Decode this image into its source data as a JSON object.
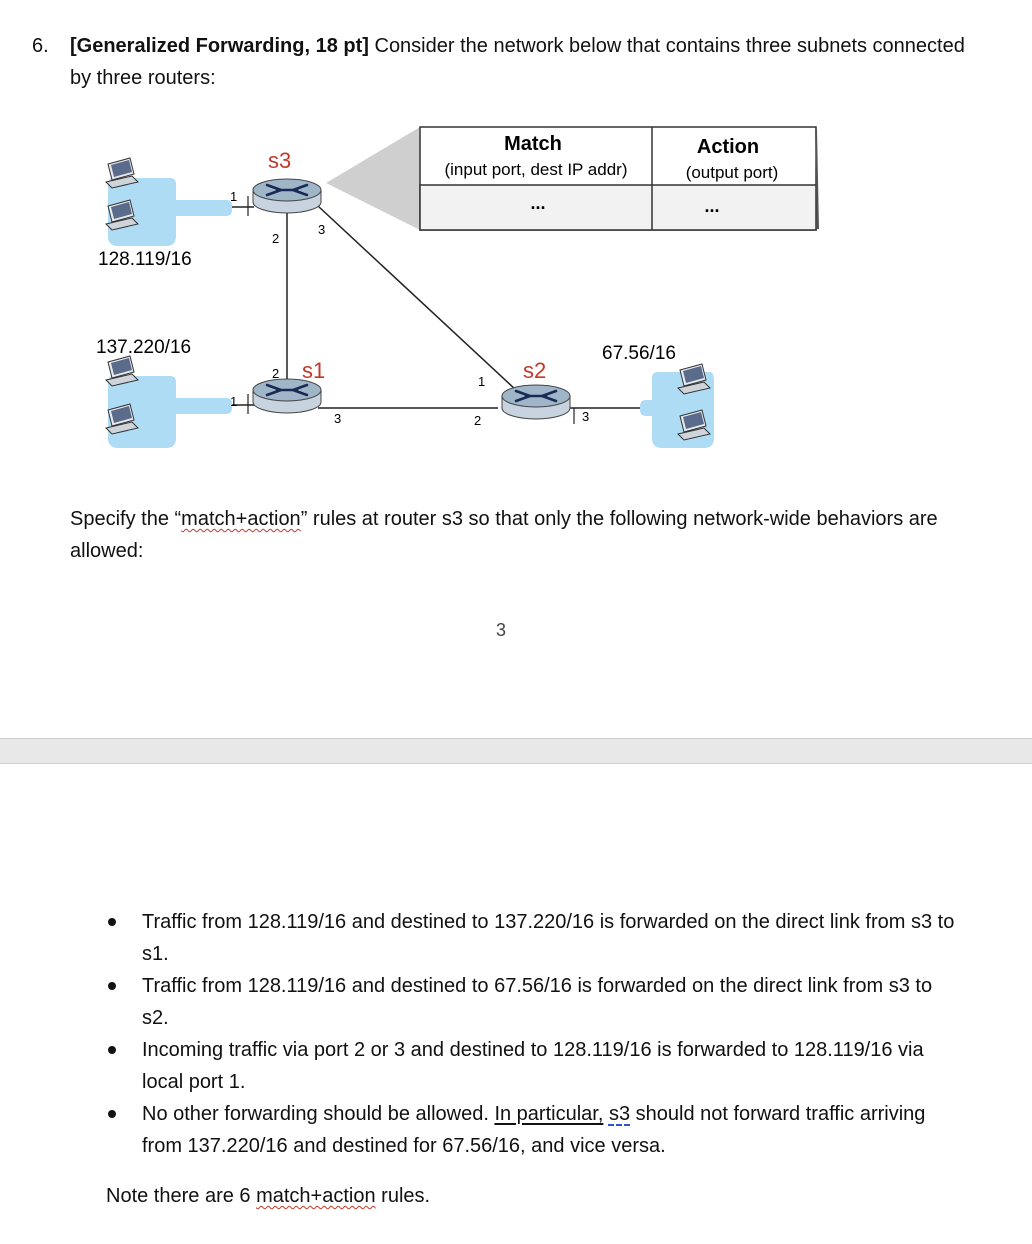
{
  "question": {
    "number": "6.",
    "heading": "[Generalized Forwarding, 18 pt]",
    "intro": " Consider the network below that contains three subnets connected by three routers:"
  },
  "diagram": {
    "table": {
      "match_header": "Match",
      "match_sub": "(input port, dest IP addr)",
      "action_header": "Action",
      "action_sub": "(output port)",
      "ellipsis": "..."
    },
    "routers": {
      "s3": "s3",
      "s1": "s1",
      "s2": "s2"
    },
    "subnets": {
      "a": "128.119/16",
      "b": "137.220/16",
      "c": "67.56/16"
    },
    "ports": {
      "s3_1": "1",
      "s3_2": "2",
      "s3_3": "3",
      "s1_1": "1",
      "s1_2": "2",
      "s1_3": "3",
      "s2_1": "1",
      "s2_2": "2",
      "s2_3": "3"
    }
  },
  "spec": {
    "before": "Specify the “",
    "term": "match+action",
    "after": "” rules at router s3 so that only the following network-wide behaviors are allowed:"
  },
  "page_number": "3",
  "rules": [
    "Traffic from 128.119/16 and destined to 137.220/16 is forwarded on the direct link from s3 to s1.",
    "Traffic from 128.119/16 and destined to 67.56/16 is forwarded on the direct link from s3 to s2.",
    "Incoming traffic via port 2 or 3 and destined to 128.119/16 is forwarded to 128.119/16 via local port 1."
  ],
  "rule4": {
    "a": "No other forwarding should be allowed.  ",
    "b": "In particular,",
    "c": " ",
    "d": "s3",
    "e": " should not forward traffic arriving from 137.220/16 and destined for 67.56/16, and vice versa."
  },
  "note": {
    "before": "Note there are 6 ",
    "term": "match+action",
    "after": " rules."
  },
  "colors": {
    "blob": "#aedcf5",
    "router_top": "#9fb6c9",
    "router_body": "#c7d3de",
    "router_label": "#c0392b",
    "pc_screen": "#5a6b8c"
  }
}
